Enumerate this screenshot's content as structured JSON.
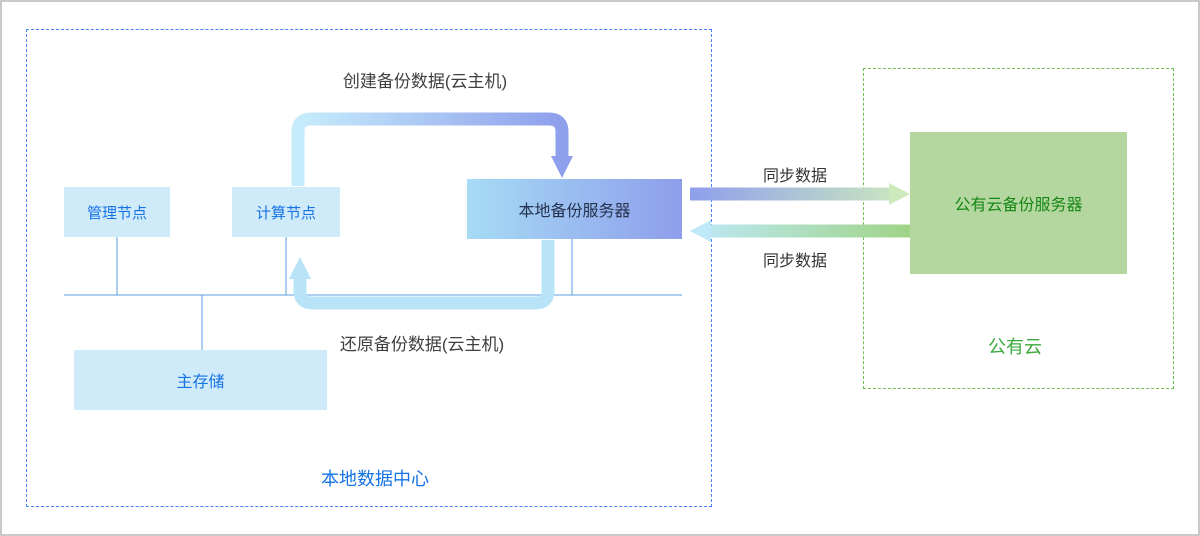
{
  "diagram": {
    "local_dc": {
      "boundary_label": "本地数据中心",
      "nodes": {
        "management": "管理节点",
        "compute": "计算节点",
        "local_backup_server": "本地备份服务器",
        "primary_storage": "主存储"
      },
      "flows": {
        "create_backup": "创建备份数据(云主机)",
        "restore_backup": "还原备份数据(云主机)"
      }
    },
    "public_cloud": {
      "boundary_label": "公有云",
      "nodes": {
        "cloud_backup_server": "公有云备份服务器"
      }
    },
    "sync_flows": {
      "to_cloud": "同步数据",
      "from_cloud": "同步数据"
    },
    "colors": {
      "blue_text": "#1673e6",
      "node_fill": "#cfeaf9",
      "backup_server_gradient_start": "#a6dbf5",
      "backup_server_gradient_end": "#8e9eeb",
      "cloud_node_fill": "#b3d79e",
      "cloud_text": "#178717",
      "local_boundary_border": "#4c7ef8",
      "cloud_boundary_border": "#6fbe53",
      "bus_line": "#5c9ce0",
      "arrow_light_blue": "#b9e4f8",
      "arrow_periwinkle": "#8e9fec",
      "arrow_green": "#9fd487"
    }
  }
}
